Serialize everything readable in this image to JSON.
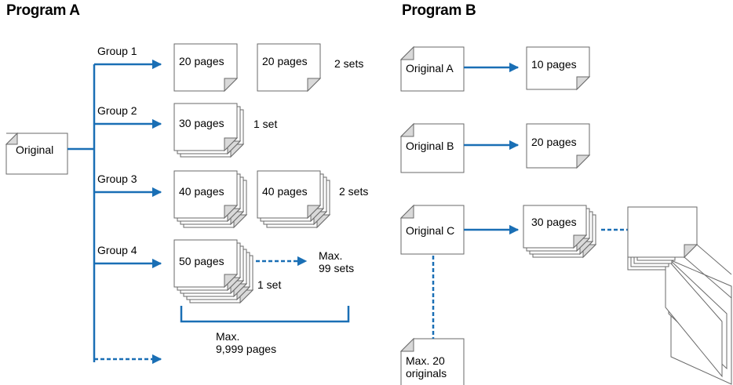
{
  "program_a": {
    "title": "Program A",
    "original_label": "Original",
    "groups": [
      {
        "label": "Group 1",
        "doc_label": "20 pages",
        "doc_label_2": "20 pages",
        "sets": "2 sets"
      },
      {
        "label": "Group 2",
        "doc_label": "30 pages",
        "sets": "1 set"
      },
      {
        "label": "Group 3",
        "doc_label": "40 pages",
        "doc_label_2": "40 pages",
        "sets": "2 sets"
      },
      {
        "label": "Group 4",
        "doc_label": "50 pages",
        "sets": "1 set"
      }
    ],
    "max_sets_line1": "Max.",
    "max_sets_line2": "99 sets",
    "max_pages_line1": "Max.",
    "max_pages_line2": "9,999 pages"
  },
  "program_b": {
    "title": "Program B",
    "originals": [
      {
        "label": "Original A",
        "doc_label": "10 pages"
      },
      {
        "label": "Original B",
        "doc_label": "20 pages"
      },
      {
        "label": "Original C",
        "doc_label": "30 pages"
      }
    ],
    "max_originals_line1": "Max. 20",
    "max_originals_line2": "originals"
  },
  "colors": {
    "arrow": "#1a6fb5",
    "doc_fill": "#ffffff",
    "doc_stroke": "#6a6a6a",
    "corner_fill": "#d9d9d9"
  }
}
